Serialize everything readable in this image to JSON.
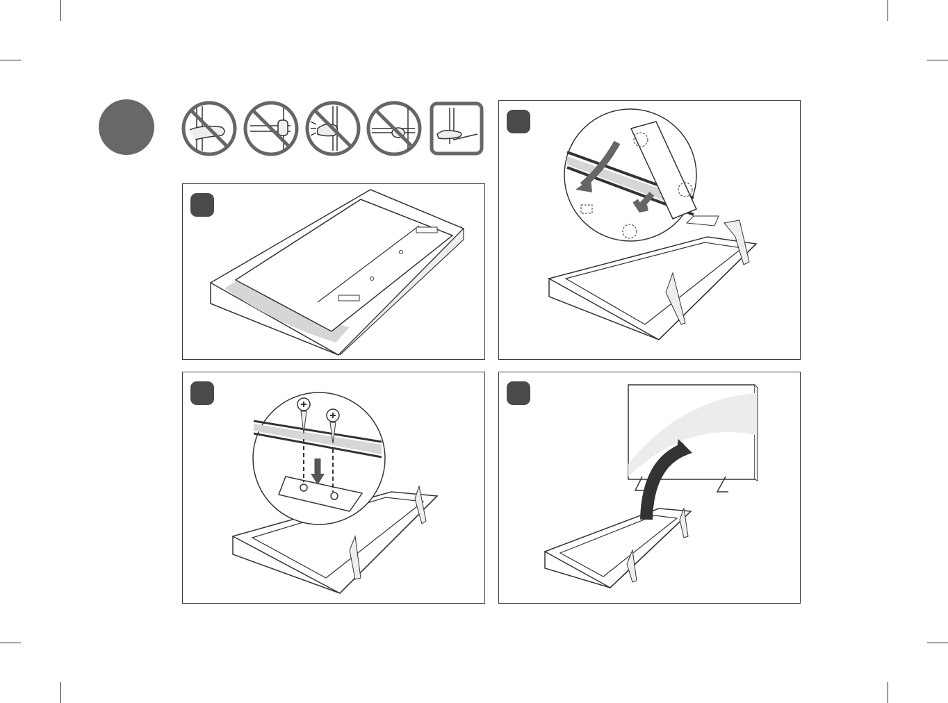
{
  "section": {
    "badge": "step-section-badge",
    "color": "#686868"
  },
  "caution_icons": [
    {
      "name": "no-grip-screen-edge",
      "allowed": false
    },
    {
      "name": "no-lift-by-bezel",
      "allowed": false
    },
    {
      "name": "no-press-screen",
      "allowed": false
    },
    {
      "name": "no-hold-bottom-bezel",
      "allowed": false
    },
    {
      "name": "hold-by-back-frame",
      "allowed": true
    }
  ],
  "steps": [
    {
      "name": "step-1-lay-tv-face-down"
    },
    {
      "name": "step-2-attach-stand-legs"
    },
    {
      "name": "step-3-fasten-screws"
    },
    {
      "name": "step-4-stand-tv-upright"
    }
  ],
  "colors": {
    "badge": "#4a4a4a",
    "line": "#3a3a3a",
    "shade": "#d6d6d6"
  }
}
